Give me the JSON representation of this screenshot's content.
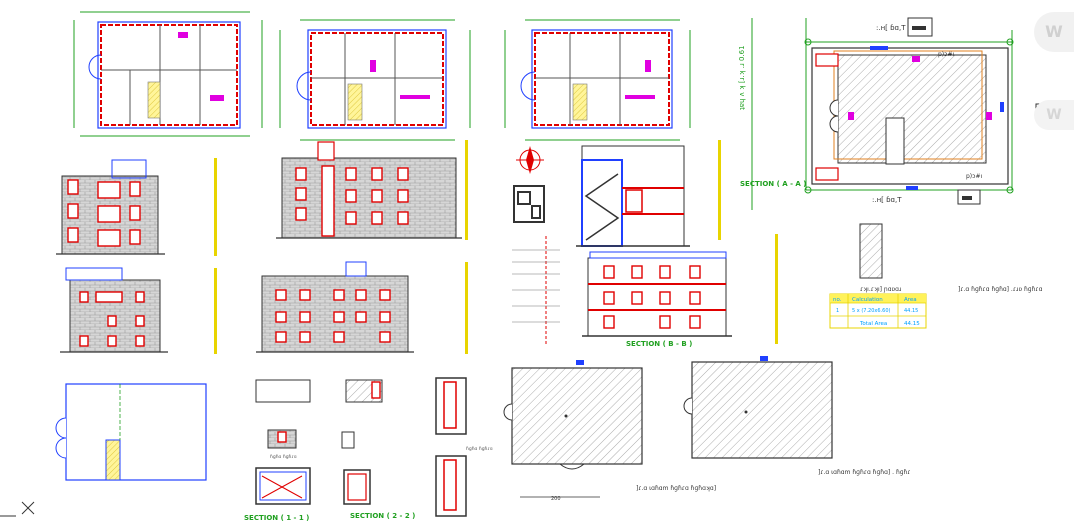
{
  "canvas": {
    "background": "#ffffff",
    "brick": "#bdbdbd",
    "window_red": "#e00000",
    "dim_green": "#20a020",
    "level_yellow": "#e8d400",
    "blue": "#2040ff",
    "magenta": "#e000e0"
  },
  "watermark": {
    "letter1": "W",
    "letter2": "W"
  },
  "labels": {
    "section_a": "SECTION ( A - A )",
    "section_b": "SECTION ( B - B )",
    "section_1": "SECTION ( 1 - 1 )",
    "section_2": "SECTION ( 2 - 2 )",
    "site_top": ":.ʜ[ ɓɑ,T",
    "site_bottom": ":.ʜ[ ɓɑ,T",
    "plot_right": "p)ɔ#ı",
    "plot_right2": "p)ɔ#ı",
    "plan_b_caption": "ɾʞı.ɾʞı] ɲɑʋɑɹ",
    "plan_caption_right": "]ɾ.ɑ ɦɡɦɾɑ ɦɡɦɑ] .ɾɹʋ ɦɡɦɾɑ",
    "roof1_caption": "]ɾ.ɑ ɩɑɦɑm ɦɡɦɾɑ ɦɡɦɑʞɑ]",
    "roof1_scale": "200",
    "roof2_caption": "]ɾ.ɑ ɩɑɦɑm ɦɡɦɾɑ ɦɡɦɑ] . ɦɡɦɾ",
    "vertical_road": "ʇɐɥ ʌ ʞ [ɹ.ʞ .ɹ 0.61",
    "note_1": "ɦɡɦɑ ɦɡɦɾɑ",
    "note_2": "ɦɡɦɑ ɦɡɦɾɑ"
  },
  "area_table": {
    "header": [
      "no.",
      "Calculation",
      "Area"
    ],
    "rows": [
      {
        "no": "1",
        "calc": "5 x (7.20x6.60)",
        "area": "44.15"
      }
    ],
    "total_label": "Total Area",
    "total_value": "44.15",
    "header_bg": "#fff25a",
    "text_color": "#00a0ff"
  }
}
